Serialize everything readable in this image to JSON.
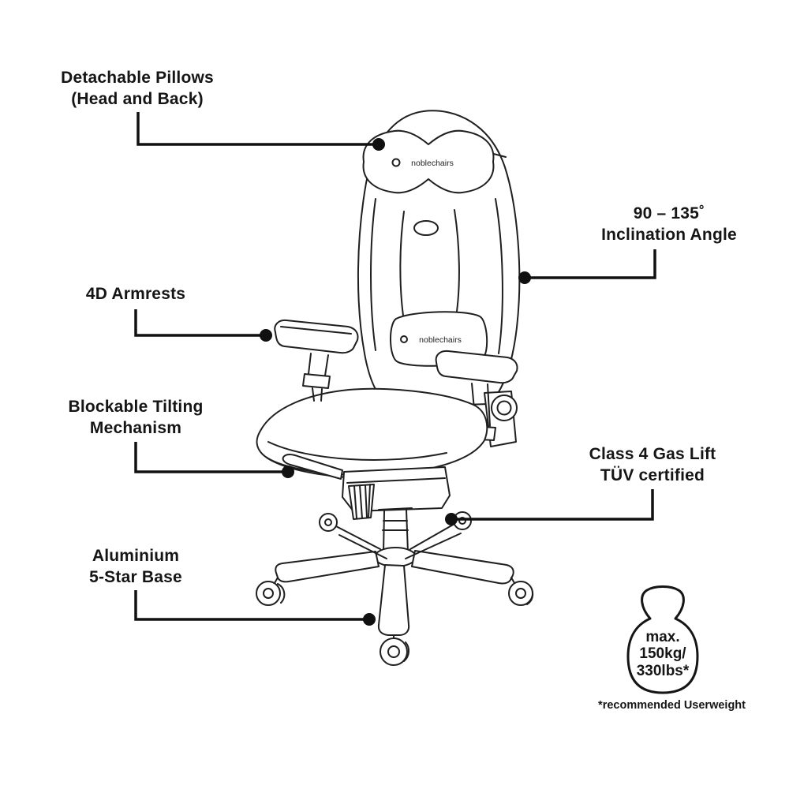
{
  "brand": "noblechairs",
  "callouts": [
    {
      "id": "detachable-pillows",
      "line1": "Detachable Pillows",
      "line2": "(Head and Back)"
    },
    {
      "id": "inclination-angle",
      "line1": "90 – 135˚",
      "line2": "Inclination Angle"
    },
    {
      "id": "4d-armrests",
      "line1": "4D Armrests",
      "line2": ""
    },
    {
      "id": "tilting-mechanism",
      "line1": "Blockable Tilting",
      "line2": "Mechanism"
    },
    {
      "id": "gas-lift",
      "line1": "Class 4 Gas Lift",
      "line2": "TÜV certified"
    },
    {
      "id": "five-star-base",
      "line1": "Aluminium",
      "line2": "5-Star Base"
    }
  ],
  "weight_badge": {
    "line1": "max.",
    "line2": "150kg/",
    "line3": "330lbs*"
  },
  "footnote": "*recommended Userweight",
  "colors": {
    "ink": "#151515",
    "background": "#ffffff"
  }
}
